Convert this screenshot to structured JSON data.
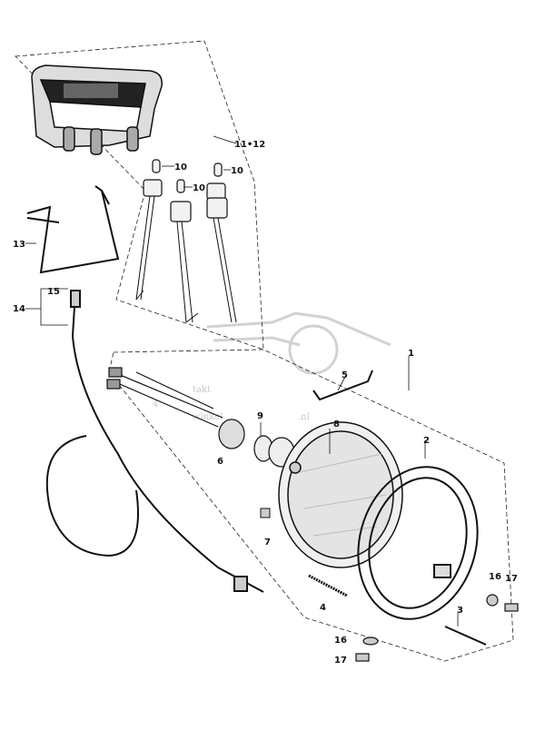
{
  "watermark": {
    "brand_part1": "4",
    "brand_part2": "takt",
    "brand_part3": "winkel",
    "brand_tld": ".nl"
  },
  "callouts": {
    "c1": "1",
    "c2": "2",
    "c3": "3",
    "c4": "4",
    "c5": "5",
    "c6": "6",
    "c7": "7",
    "c8": "8",
    "c9": "9",
    "c10a": "10",
    "c10b": "10",
    "c10c": "10",
    "c11_12": "11•12",
    "c13": "13",
    "c14": "14",
    "c15": "15",
    "c16a": "16",
    "c16b": "16",
    "c17a": "17",
    "c17b": "17"
  }
}
